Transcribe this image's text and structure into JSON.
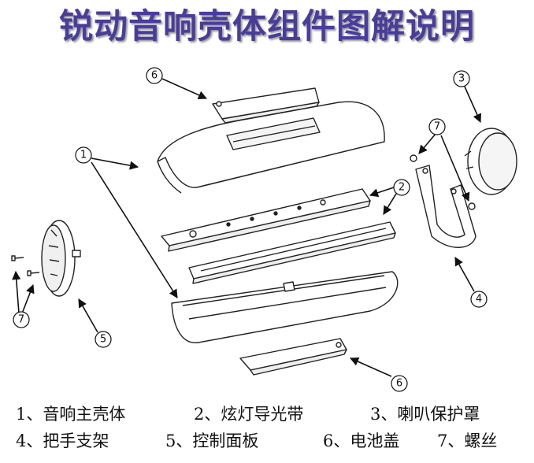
{
  "title": "锐动音响壳体组件图解说明",
  "callouts": [
    "1",
    "2",
    "3",
    "4",
    "5",
    "6",
    "6",
    "7",
    "7"
  ],
  "legend": [
    "1、音响主壳体",
    "2、炫灯导光带",
    "3、喇叭保护罩",
    "4、把手支架",
    "5、控制面板",
    "6、电池盖",
    "7、螺丝"
  ]
}
